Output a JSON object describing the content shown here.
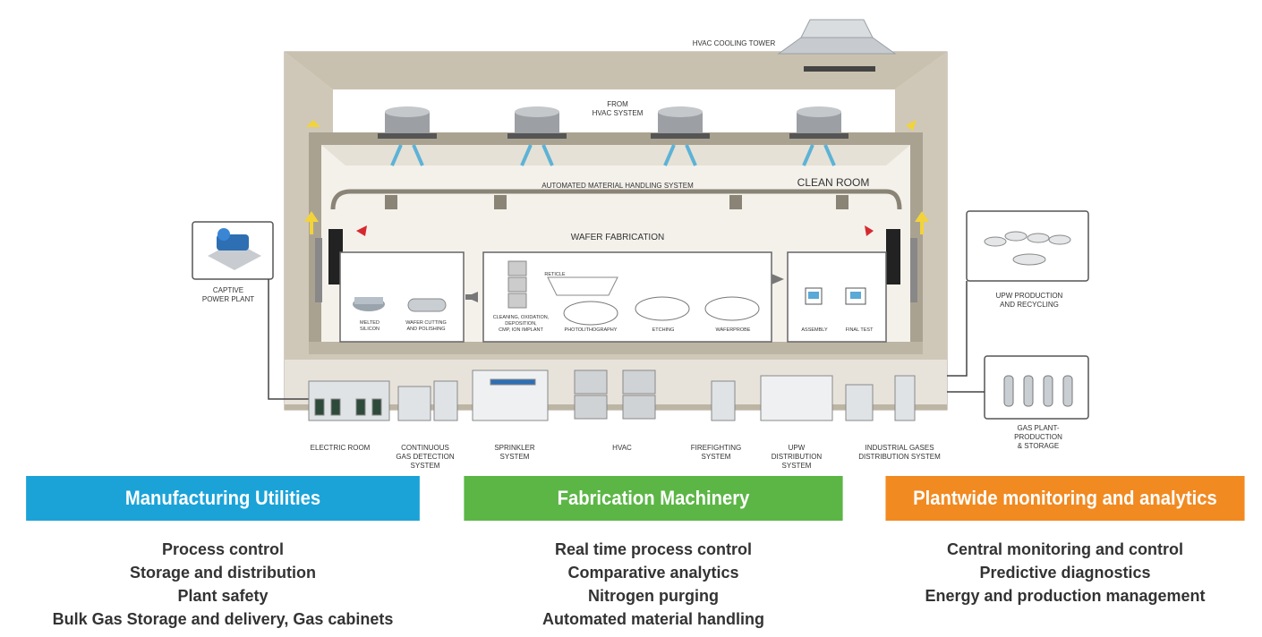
{
  "diagram": {
    "labels": {
      "hvac_cooling_tower": "HVAC COOLING TOWER",
      "from_hvac": "FROM\nHVAC SYSTEM",
      "amhs": "AUTOMATED MATERIAL HANDLING SYSTEM",
      "clean_room": "CLEAN ROOM",
      "wafer_fab": "WAFER FABRICATION",
      "captive_power": "CAPTIVE\nPOWER PLANT",
      "upw_production": "UPW PRODUCTION\nAND RECYCLING",
      "gas_plant": "GAS PLANT-\nPRODUCTION\n& STORAGE",
      "reticle": "RETICLE",
      "melted_silicon": "MELTED\nSILICON",
      "wafer_cutting": "WAFER CUTTING\nAND POLISHING",
      "cleaning": "CLEANING, OXIDATION,\nDEPOSITION,\nCMP, ION IMPLANT",
      "photolithography": "PHOTOLITHOGRAPHY",
      "etching": "ETCHING",
      "waferprobe": "WAFERPROBE",
      "assembly": "ASSEMBLY",
      "final_test": "FINAL TEST",
      "electric_room": "ELECTRIC ROOM",
      "gas_detection": "CONTINUOUS\nGAS DETECTION\nSYSTEM",
      "sprinkler": "SPRINKLER\nSYSTEM",
      "hvac": "HVAC",
      "firefighting": "FIREFIGHTING\nSYSTEM",
      "upw_distribution": "UPW\nDISTRIBUTION\nSYSTEM",
      "industrial_gases": "INDUSTRIAL GASES\nDISTRIBUTION SYSTEM"
    }
  },
  "sections": [
    {
      "title": "Manufacturing Utilities",
      "color": "#1ba3d8",
      "items": [
        "Process control",
        "Storage and distribution",
        "Plant safety",
        "Bulk Gas Storage and delivery, Gas cabinets"
      ]
    },
    {
      "title": "Fabrication Machinery",
      "color": "#5cb646",
      "items": [
        "Real time process control",
        "Comparative analytics",
        "Nitrogen purging",
        "Automated material handling"
      ]
    },
    {
      "title": "Plantwide monitoring and analytics",
      "color": "#f18a21",
      "items": [
        "Central monitoring and control",
        "Predictive diagnostics",
        "Energy and production management"
      ]
    }
  ],
  "colors": {
    "wall": "#c9c1b0",
    "wall_dark": "#a59d8c",
    "air_arrow": "#5db2d6",
    "yellow_arrow": "#f2d33a",
    "red_arrow": "#d7282f",
    "equipment": "#dfe3e6"
  }
}
